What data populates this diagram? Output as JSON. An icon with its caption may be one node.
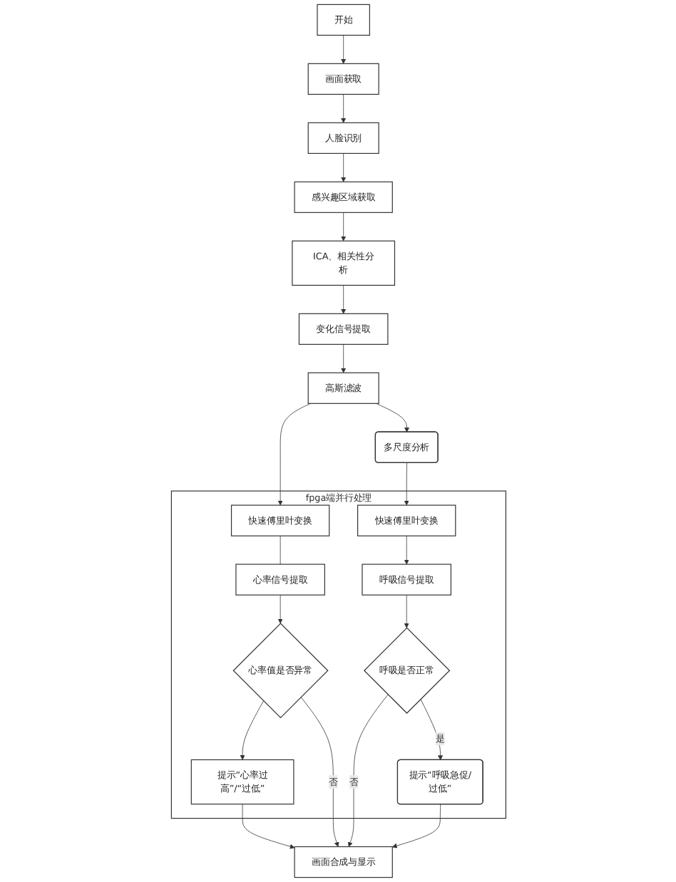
{
  "diagram": {
    "nodes": [
      {
        "text": [
          "开始"
        ]
      },
      {
        "text": [
          "画面获取"
        ]
      },
      {
        "text": [
          "人脸识别"
        ]
      },
      {
        "text": [
          "感兴趣区域获取"
        ]
      },
      {
        "text": [
          "ICA、相关性分析"
        ]
      },
      {
        "text": [
          "变化信号提取"
        ]
      },
      {
        "text": [
          "高斯滤波"
        ]
      },
      {
        "text": [
          "多尺度分析"
        ]
      },
      {
        "text": [
          "画面合成与显示"
        ]
      },
      {
        "text": [
          "fpga端并行处理"
        ]
      },
      {
        "text": [
          "提示“心率过高”/“过低”"
        ],
        "in": 9
      },
      {
        "text": [
          "提示“呼吸急促/过低”"
        ],
        "in": 9
      },
      {
        "text": [
          "心率值是否异常"
        ],
        "in": 9
      },
      {
        "text": [
          "呼吸是否正常"
        ],
        "in": 9
      },
      {
        "text": [
          "心率信号提取"
        ],
        "in": 9
      },
      {
        "text": [
          "呼吸信号提取"
        ],
        "in": 9
      },
      {
        "text": [
          "快速傅里叶变换"
        ],
        "in": 9
      },
      {
        "text": [
          "快速傅里叶变换"
        ],
        "in": 9
      }
    ],
    "edges": [
      {
        "from": 0,
        "to": 1,
        "arrow": "to"
      },
      {
        "from": 1,
        "to": 2,
        "arrow": "to"
      },
      {
        "from": 2,
        "to": 3,
        "arrow": "to"
      },
      {
        "from": 3,
        "to": 4,
        "arrow": "to"
      },
      {
        "from": 4,
        "to": 5,
        "arrow": "to"
      },
      {
        "from": 5,
        "to": 6,
        "arrow": "to"
      },
      {
        "from": 6,
        "to": 7,
        "arrow": "to"
      },
      {
        "from": 6,
        "to": 16,
        "arrow": "to"
      },
      {
        "from": 7,
        "to": 17,
        "arrow": "to"
      },
      {
        "from": 16,
        "to": 14,
        "arrow": "none"
      },
      {
        "from": 17,
        "to": 15,
        "arrow": "to"
      },
      {
        "from": 14,
        "to": 12,
        "arrow": "to"
      },
      {
        "from": 15,
        "to": 13,
        "arrow": "to"
      },
      {
        "from": 12,
        "to": 10,
        "arrow": "to"
      },
      {
        "from": 13,
        "to": 11,
        "arrow": "to",
        "label": "是"
      },
      {
        "from": 10,
        "to": 8,
        "arrow": "to"
      },
      {
        "from": 12,
        "to": 8,
        "arrow": "to",
        "label": "否"
      },
      {
        "from": 13,
        "to": 8,
        "arrow": "to",
        "label": "否"
      },
      {
        "from": 11,
        "to": 8,
        "arrow": "to"
      }
    ]
  }
}
